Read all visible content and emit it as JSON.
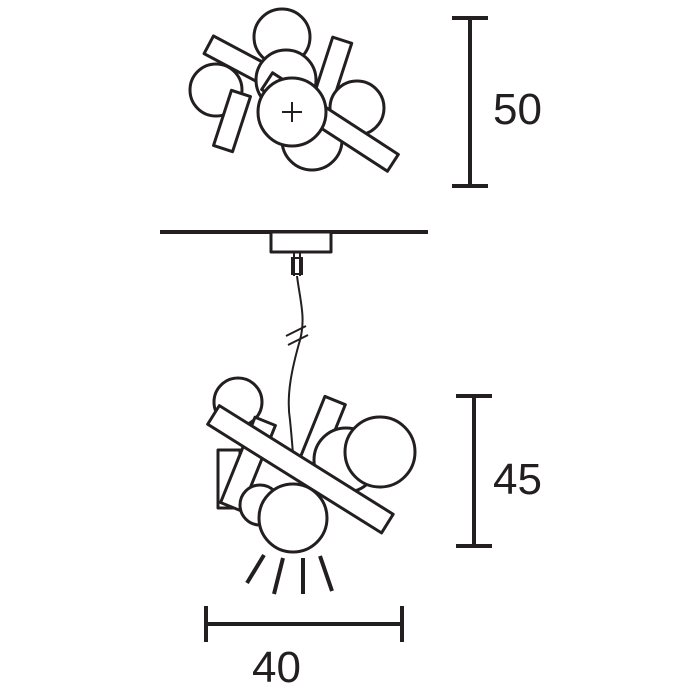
{
  "dimensions": {
    "top_height": "50",
    "pendant_height": "45",
    "pendant_width": "40"
  },
  "colors": {
    "line": "#231f20",
    "background": "#ffffff"
  }
}
